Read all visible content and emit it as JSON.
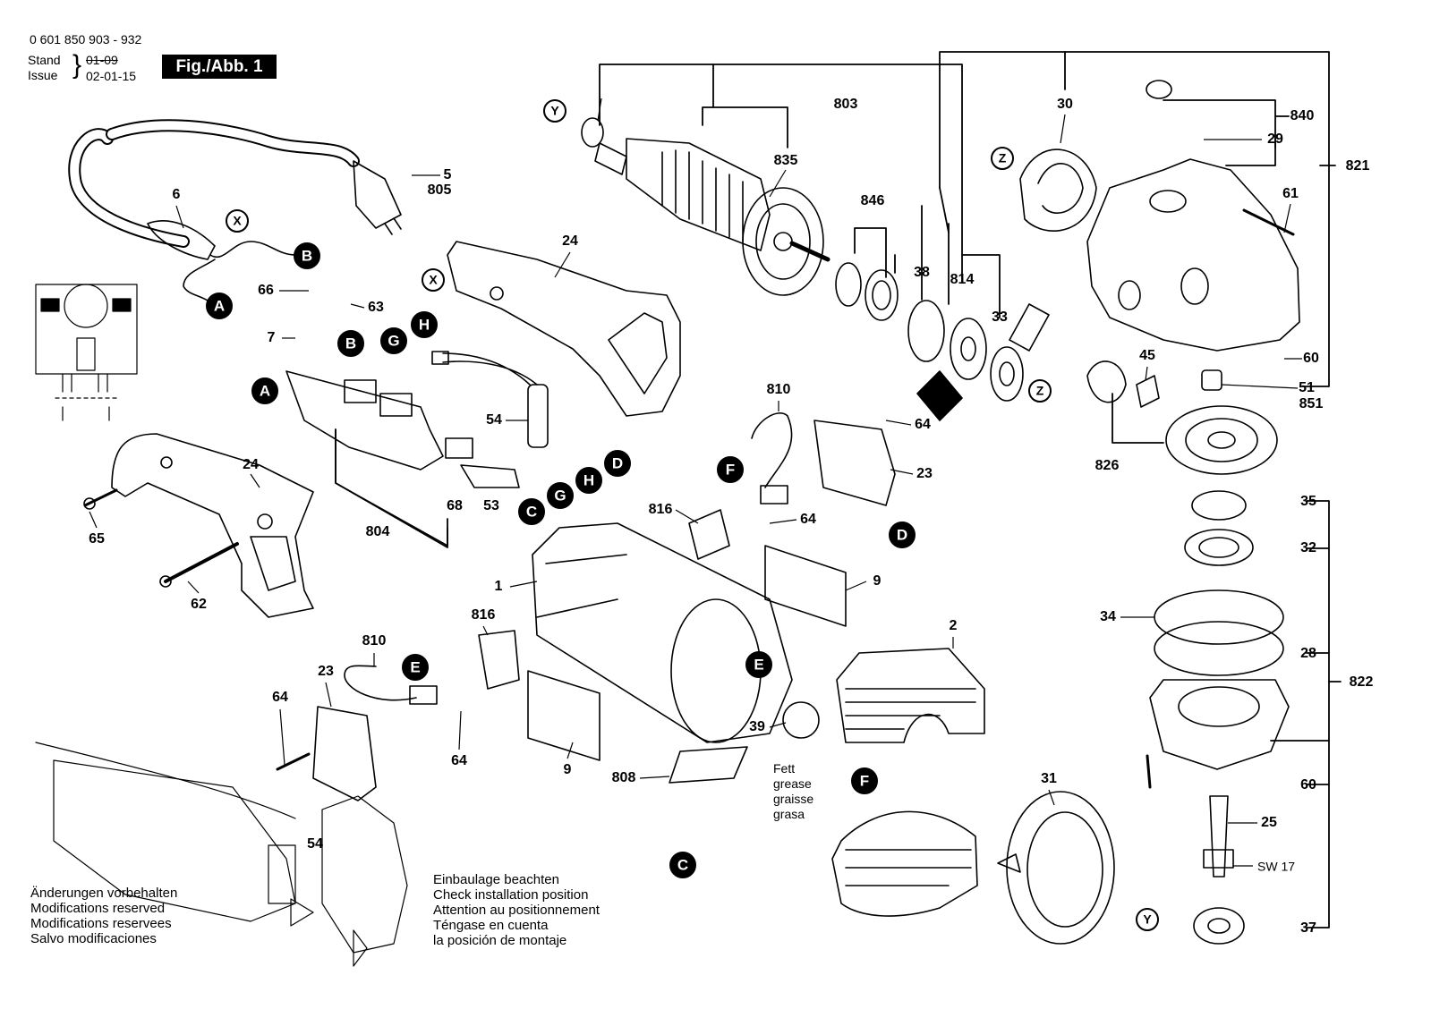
{
  "header": {
    "doc_number": "0 601 850 903 - 932",
    "stand_label": "Stand",
    "issue_label": "Issue",
    "old_date": "01-09",
    "date": "02-01-15",
    "figure_label": "Fig./Abb. 1"
  },
  "notes": {
    "modifications": [
      "Änderungen vorbehalten",
      "Modifications reserved",
      "Modifications reservees",
      "Salvo modificaciones"
    ],
    "installation": [
      "Einbaulage beachten",
      "Check installation position",
      "Attention au positionnement",
      "Téngase en cuenta",
      "la posición de montaje"
    ],
    "grease": [
      "Fett",
      "grease",
      "graisse",
      "grasa"
    ],
    "wrench_size": "SW 17"
  },
  "connectors": [
    "A",
    "B",
    "C",
    "D",
    "E",
    "F",
    "G",
    "H",
    "X",
    "Y",
    "Z"
  ],
  "part_numbers": [
    "1",
    "2",
    "5",
    "6",
    "7",
    "9",
    "23",
    "24",
    "25",
    "28",
    "29",
    "30",
    "31",
    "32",
    "33",
    "34",
    "35",
    "37",
    "38",
    "39",
    "45",
    "51",
    "53",
    "54",
    "60",
    "61",
    "62",
    "63",
    "64",
    "65",
    "66",
    "68",
    "803",
    "804",
    "805",
    "808",
    "810",
    "814",
    "816",
    "821",
    "822",
    "826",
    "835",
    "840",
    "846",
    "851"
  ]
}
